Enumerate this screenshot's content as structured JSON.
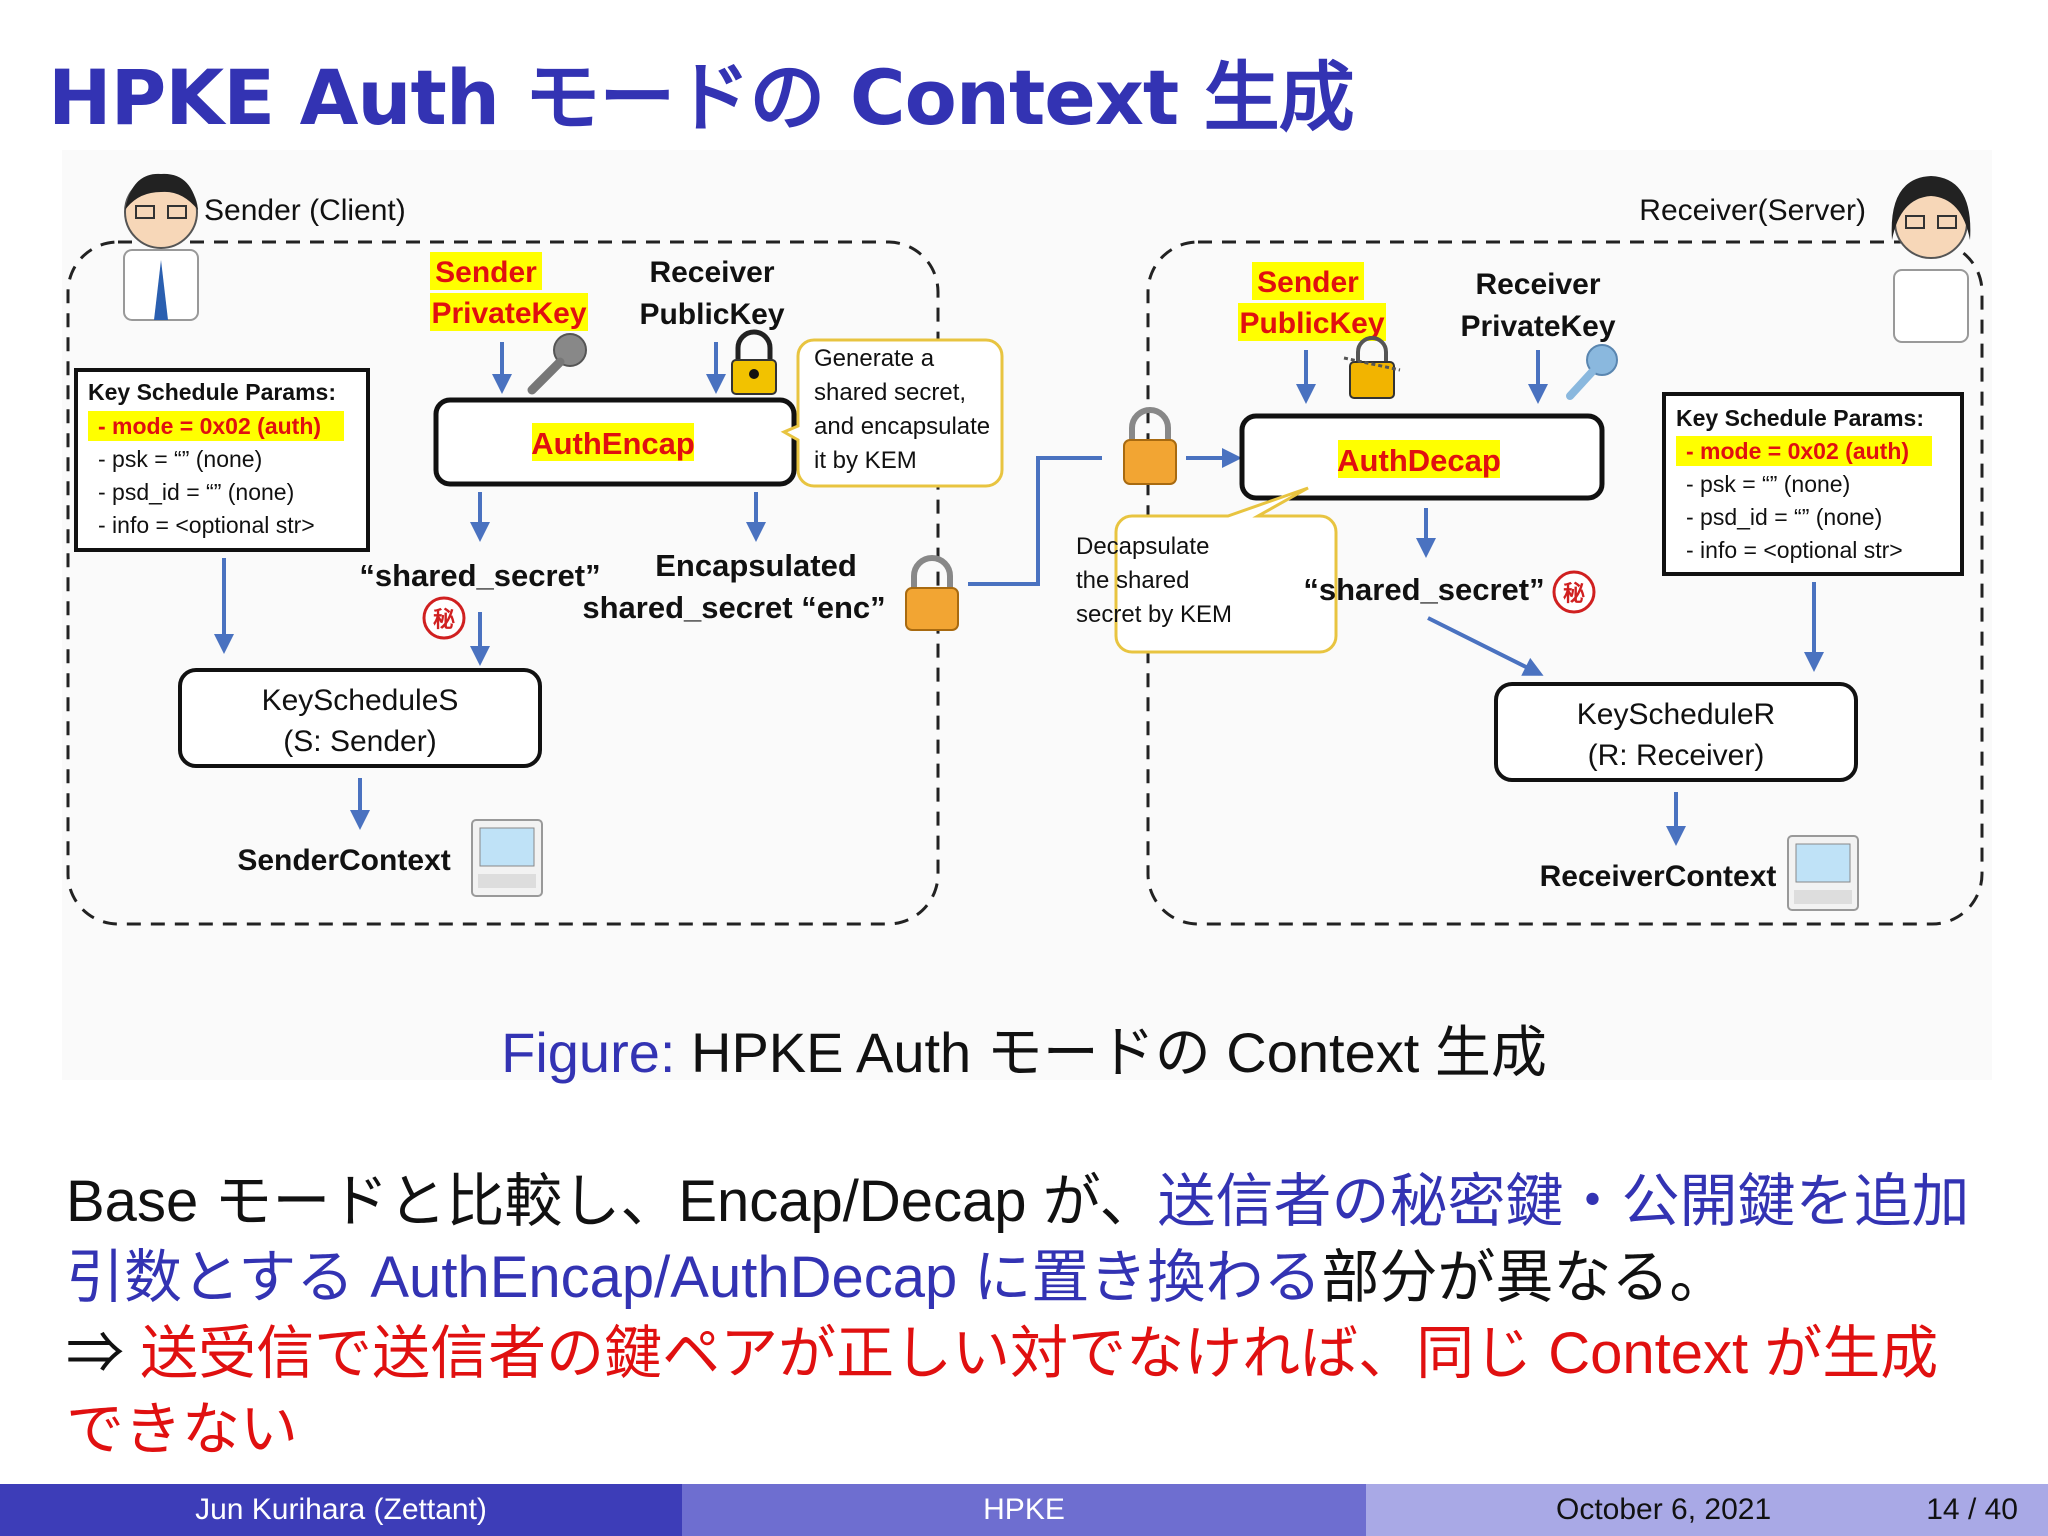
{
  "title": "HPKE Auth モードの Context 生成",
  "diagram": {
    "sender_label": "Sender (Client)",
    "receiver_label": "Receiver(Server)",
    "left": {
      "params_title": "Key Schedule Params:",
      "params_mode": "- mode = 0x02 (auth)",
      "params_psk": "- psk = “” (none)",
      "params_psd": "- psd_id = “” (none)",
      "params_info": "- info = <optional str>",
      "key1_line1": "Sender",
      "key1_line2": "PrivateKey",
      "key2_line1": "Receiver",
      "key2_line2": "PublicKey",
      "func": "AuthEncap",
      "bubble_l1": "Generate a",
      "bubble_l2": "shared secret,",
      "bubble_l3": "and encapsulate",
      "bubble_l4": "it by KEM",
      "shared_secret": "“shared_secret”",
      "secret_mark": "秘",
      "enc_line1": "Encapsulated",
      "enc_line2": "shared_secret “enc”",
      "ks_line1": "KeyScheduleS",
      "ks_line2": "(S: Sender)",
      "context": "SenderContext"
    },
    "right": {
      "params_title": "Key Schedule Params:",
      "params_mode": "- mode = 0x02 (auth)",
      "params_psk": "- psk = “” (none)",
      "params_psd": "- psd_id = “” (none)",
      "params_info": "- info = <optional str>",
      "key1_line1": "Sender",
      "key1_line2": "PublicKey",
      "key2_line1": "Receiver",
      "key2_line2": "PrivateKey",
      "func": "AuthDecap",
      "bubble_l1": "Decapsulate",
      "bubble_l2": "the shared",
      "bubble_l3": "secret by KEM",
      "shared_secret": "“shared_secret”",
      "secret_mark": "秘",
      "ks_line1": "KeyScheduleR",
      "ks_line2": "(R: Receiver)",
      "context": "ReceiverContext"
    },
    "colors": {
      "arrow": "#4a72c0",
      "highlight": "#ffff00",
      "highlight_text": "#e01010",
      "bubble_border": "#e8c440",
      "lock": "#f2a533"
    }
  },
  "caption": {
    "label": "Figure:",
    "text": "HPKE Auth モードの Context 生成"
  },
  "body": {
    "p1_a": "Base モードと比較し、Encap/Decap が、",
    "p1_b": "送信者の秘密鍵・公開鍵を追加引数とする AuthEncap/AuthDecap に置き換わる",
    "p1_c": "部分が異なる。",
    "p2_arrow": "⇒ ",
    "p2_text": "送受信で送信者の鍵ペアが正しい対でなければ、同じ Context が生成できない"
  },
  "footer": {
    "author": "Jun Kurihara  (Zettant)",
    "short_title": "HPKE",
    "date": "October 6, 2021",
    "page": "14 / 40"
  }
}
